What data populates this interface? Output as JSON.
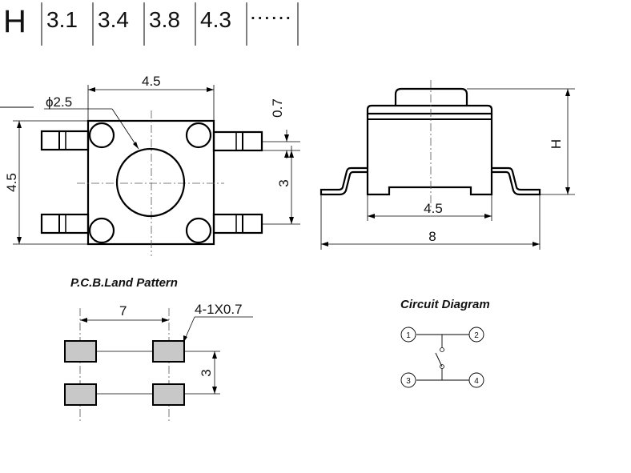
{
  "header": {
    "symbol": "H",
    "values": [
      "3.1",
      "3.4",
      "3.8",
      "4.3"
    ],
    "more": "......"
  },
  "top_view": {
    "dim_width": "4.5",
    "dim_height": "4.5",
    "dim_diameter": "ϕ2.5",
    "dim_lead_width": "0.7",
    "dim_lead_pitch": "3"
  },
  "side_view": {
    "dim_height": "H",
    "dim_body": "4.5",
    "dim_total": "8"
  },
  "land_pattern": {
    "title": "P.C.B.Land Pattern",
    "dim_span": "7",
    "dim_pad": "4-1X0.7",
    "dim_pitch": "3"
  },
  "circuit": {
    "title": "Circuit Diagram",
    "pins": [
      "1",
      "2",
      "3",
      "4"
    ]
  }
}
